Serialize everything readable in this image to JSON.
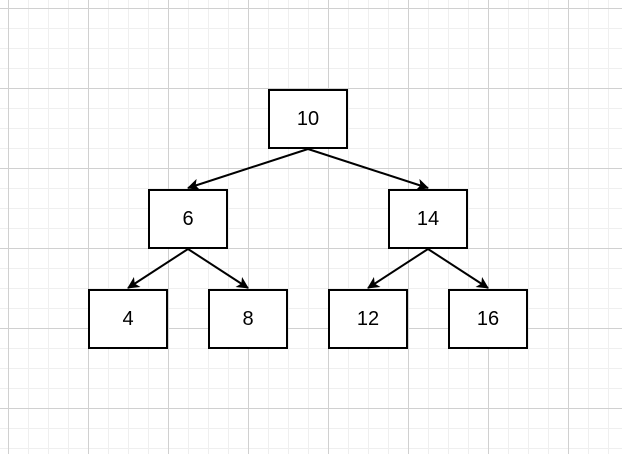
{
  "tree": {
    "nodes": [
      {
        "id": "n10",
        "label": "10"
      },
      {
        "id": "n6",
        "label": "6"
      },
      {
        "id": "n14",
        "label": "14"
      },
      {
        "id": "n4",
        "label": "4"
      },
      {
        "id": "n8",
        "label": "8"
      },
      {
        "id": "n12",
        "label": "12"
      },
      {
        "id": "n16",
        "label": "16"
      }
    ],
    "edges": [
      {
        "from": "n10",
        "to": "n6"
      },
      {
        "from": "n10",
        "to": "n14"
      },
      {
        "from": "n6",
        "to": "n4"
      },
      {
        "from": "n6",
        "to": "n8"
      },
      {
        "from": "n14",
        "to": "n12"
      },
      {
        "from": "n14",
        "to": "n16"
      }
    ]
  },
  "colors": {
    "stroke": "#000000",
    "fill": "#ffffff",
    "grid": "#d0d0d0"
  }
}
